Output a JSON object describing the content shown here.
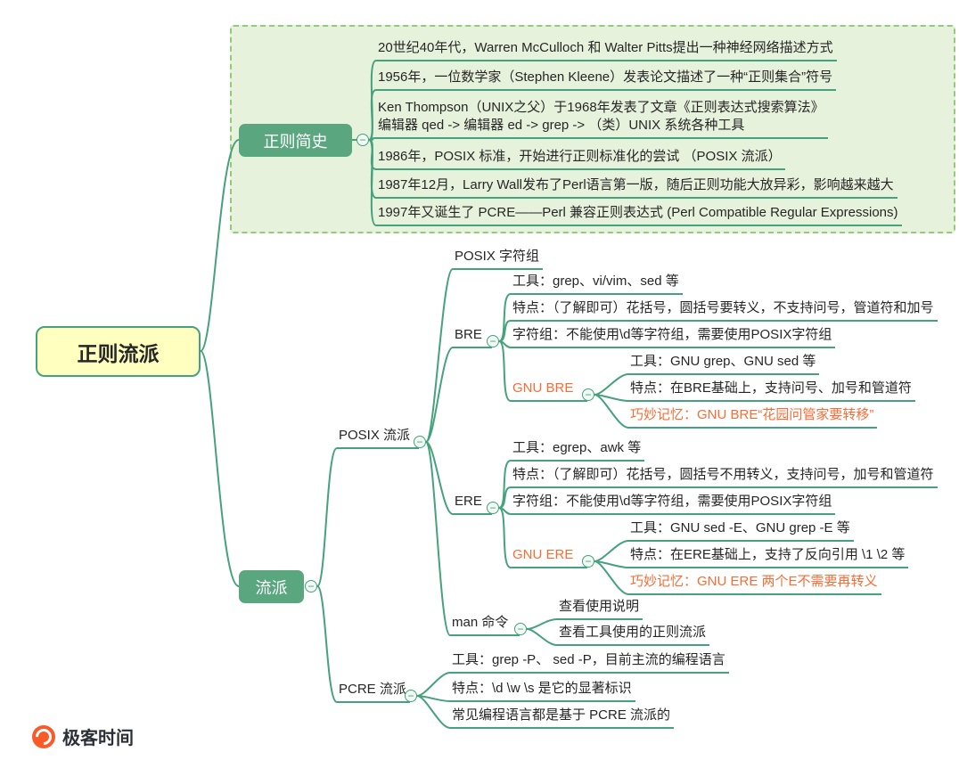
{
  "root_label": "正则流派",
  "history": {
    "label": "正则简史",
    "items": [
      "20世纪40年代，Warren McCulloch 和 Walter Pitts提出一种神经网络描述方式",
      "1956年，一位数学家（Stephen Kleene）发表论文描述了一种“正则集合”符号",
      {
        "line1": "Ken Thompson（UNIX之父）于1968年发表了文章《正则表达式搜索算法》",
        "line2": "编辑器 qed -> 编辑器 ed -> grep -> （类）UNIX 系统各种工具"
      },
      "1986年，POSIX 标准，开始进行正则标准化的尝试 （POSIX 流派）",
      "1987年12月，Larry Wall发布了Perl语言第一版，随后正则功能大放异彩，影响越来越大",
      "1997年又诞生了 PCRE——Perl 兼容正则表达式 (Perl Compatible Regular Expressions)"
    ]
  },
  "schools": {
    "label": "流派",
    "posix": {
      "label": "POSIX 流派",
      "charset": "POSIX 字符组",
      "bre": {
        "label": "BRE",
        "tools": "工具：grep、vi/vim、sed 等",
        "features": "特点：（了解即可）花括号，圆括号要转义，不支持问号，管道符和加号",
        "charset": "字符组：不能使用\\d等字符组，需要使用POSIX字符组",
        "gnu": {
          "label": "GNU BRE",
          "tools": "工具：GNU grep、GNU sed 等",
          "features": "特点：在BRE基础上，支持问号、加号和管道符",
          "memory": "巧妙记忆：GNU BRE“花园问管家要转移”"
        }
      },
      "ere": {
        "label": "ERE",
        "tools": "工具：egrep、awk 等",
        "features": "特点：（了解即可）花括号，圆括号不用转义，支持问号，加号和管道符",
        "charset": "字符组：不能使用\\d等字符组，需要使用POSIX字符组",
        "gnu": {
          "label": "GNU ERE",
          "tools": "工具：GNU sed -E、GNU grep -E 等",
          "features": "特点：在ERE基础上，支持了反向引用 \\1 \\2 等",
          "memory": "巧妙记忆：GNU ERE 两个E不需要再转义"
        }
      },
      "man": {
        "label": "man 命令",
        "usage": "查看使用说明",
        "school": "查看工具使用的正则流派"
      }
    },
    "pcre": {
      "label": "PCRE 流派",
      "tools": "工具：grep -P、 sed -P，目前主流的编程语言",
      "features": "特点：\\d \\w \\s 是它的显著标识",
      "note": "常见编程语言都是基于 PCRE 流派的"
    }
  },
  "icons": {
    "collapse": "−"
  },
  "footer": {
    "brand": "极客时间"
  },
  "colors": {
    "line": "#46a17d",
    "accent_orange": "#fb6c35",
    "root_fill": "#ffffc0",
    "branch_fill": "#5aa67f",
    "history_fill": "#e7f2dc"
  }
}
